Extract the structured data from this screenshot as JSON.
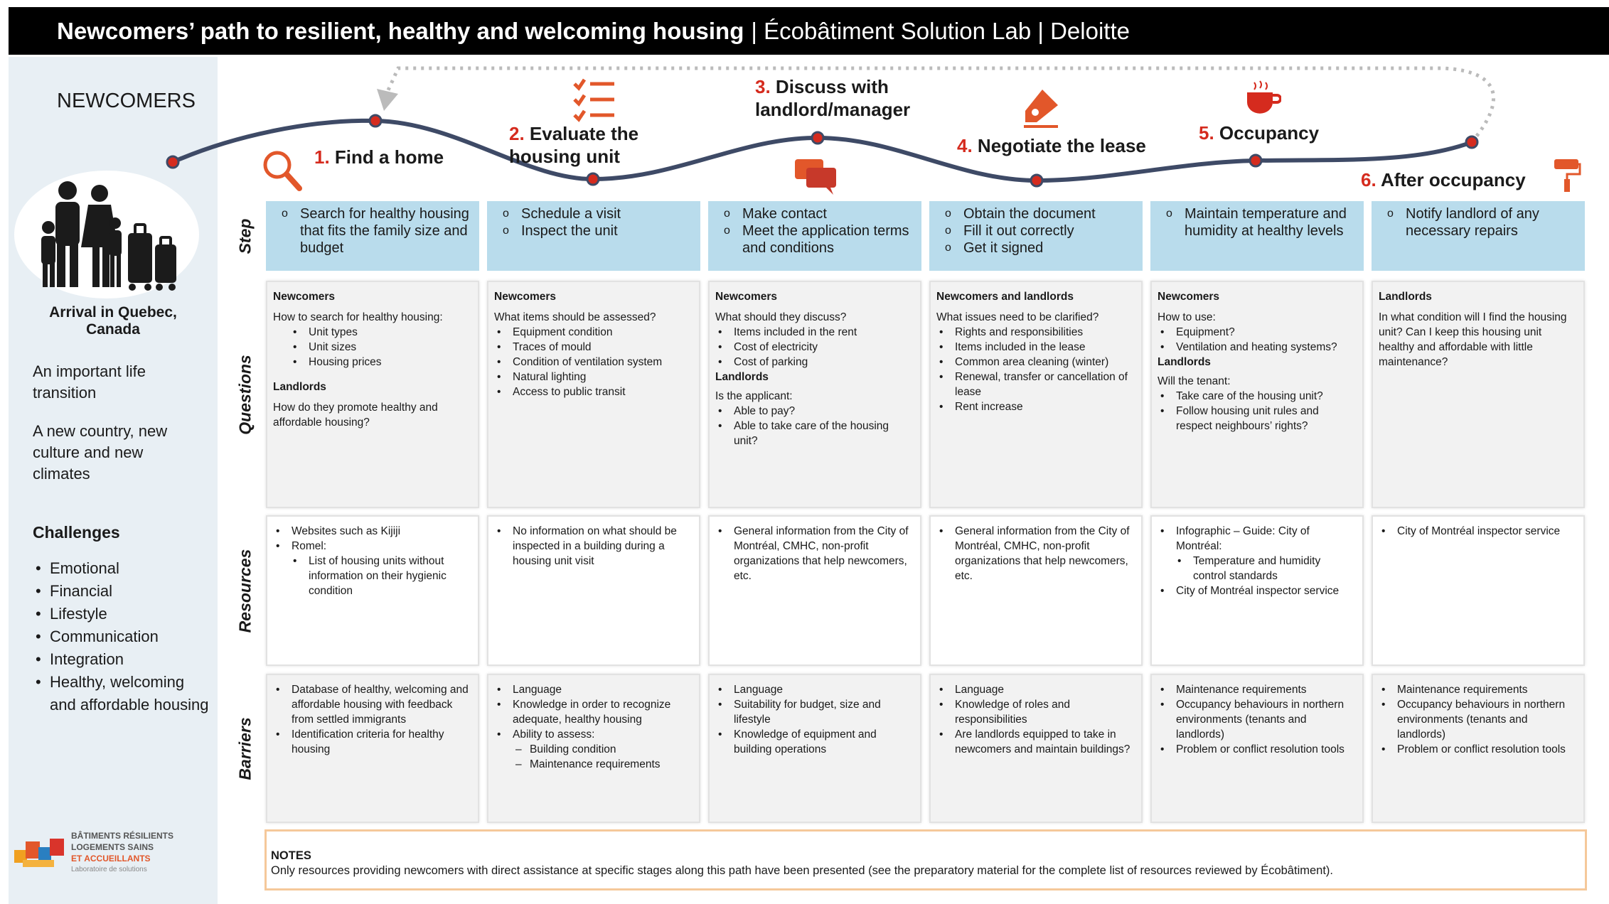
{
  "title": {
    "bold": "Newcomers’ path to resilient, healthy and welcoming housing",
    "rest": "| Écobâtiment Solution Lab | Deloitte"
  },
  "left_panel": {
    "heading": "NEWCOMERS",
    "arrival": "Arrival in Quebec, Canada",
    "life_transition": "An important life transition",
    "new_country": "A new country, new culture and new climates",
    "challenges_title": "Challenges",
    "challenges": [
      "Emotional",
      "Financial",
      "Lifestyle",
      "Communication",
      "Integration",
      "Healthy, welcoming and affordable housing"
    ]
  },
  "colors": {
    "accent": "#d52b1e",
    "step_fill": "#b9dcec",
    "path": "#3e4a66",
    "panel": "#e8eff4"
  },
  "path_steps": [
    {
      "num": "1.",
      "label": "Find a home",
      "icon": "magnifier-icon"
    },
    {
      "num": "2.",
      "label": "Evaluate the housing unit",
      "icon": "checklist-icon"
    },
    {
      "num": "3.",
      "label": "Discuss with landlord/manager",
      "icon": "chat-icon"
    },
    {
      "num": "4.",
      "label": "Negotiate the lease",
      "icon": "pen-icon"
    },
    {
      "num": "5.",
      "label": "Occupancy",
      "icon": "cup-icon"
    },
    {
      "num": "6.",
      "label": "After occupancy",
      "icon": "paint-roller-icon"
    }
  ],
  "row_labels": {
    "step": "Step",
    "questions": "Questions",
    "resources": "Resources",
    "barriers": "Barriers"
  },
  "steps": [
    {
      "items": [
        "Search for healthy housing that fits the family size and budget"
      ]
    },
    {
      "items": [
        "Schedule a visit",
        "Inspect the unit"
      ]
    },
    {
      "items": [
        "Make contact",
        "Meet the application terms and conditions"
      ]
    },
    {
      "items": [
        "Obtain the document",
        "Fill it out correctly",
        "Get it signed"
      ]
    },
    {
      "items": [
        "Maintain temperature and humidity at healthy levels"
      ]
    },
    {
      "items": [
        "Notify landlord of any necessary repairs"
      ]
    }
  ],
  "questions": [
    {
      "title": "Newcomers",
      "intro": "How to search for healthy housing:",
      "items": [
        "Unit types",
        "Unit sizes",
        "Housing prices"
      ],
      "title2": "Landlords",
      "intro2": "How do they promote healthy and affordable housing?"
    },
    {
      "title": "Newcomers",
      "intro": "What items should be assessed?",
      "items": [
        "Equipment condition",
        "Traces of mould",
        "Condition of ventilation system",
        "Natural lighting",
        "Access to public transit"
      ]
    },
    {
      "title": "Newcomers",
      "intro": "What should they discuss?",
      "items": [
        "Items included in the rent",
        "Cost of electricity",
        "Cost of parking"
      ],
      "title2": "Landlords",
      "intro2": "Is the applicant:",
      "items2": [
        "Able to pay?",
        "Able to take care of the housing unit?"
      ]
    },
    {
      "title": "Newcomers and landlords",
      "intro": "What issues need to be clarified?",
      "items": [
        "Rights and responsibilities",
        "Items included in the lease",
        "Common area cleaning (winter)",
        "Renewal, transfer or cancellation of lease",
        "Rent increase"
      ]
    },
    {
      "title": "Newcomers",
      "intro": "How to use:",
      "items": [
        "Equipment?",
        "Ventilation and heating systems?"
      ],
      "title2": "Landlords",
      "intro2": "Will the tenant:",
      "items2": [
        "Take care of the housing unit?",
        "Follow housing unit rules and respect neighbours’ rights?"
      ]
    },
    {
      "title": "Landlords",
      "intro": "In what condition will I find the housing unit? Can I keep this housing unit healthy and affordable with little maintenance?"
    }
  ],
  "resources": [
    {
      "items": [
        "Websites such as Kijiji",
        "Romel:"
      ],
      "sub": [
        "List of housing units without information on their hygienic condition"
      ]
    },
    {
      "items": [
        "No information on what should be inspected in a building during a housing unit visit"
      ]
    },
    {
      "items": [
        "General information from the City of Montréal, CMHC, non-profit organizations that help newcomers, etc."
      ]
    },
    {
      "items": [
        "General information from the City of Montréal, CMHC, non-profit organizations that help newcomers, etc."
      ]
    },
    {
      "items": [
        "Infographic – Guide: City of Montréal:"
      ],
      "sub": [
        "Temperature and humidity control standards"
      ],
      "items_after": [
        "City of Montréal inspector service"
      ]
    },
    {
      "items": [
        "City of Montréal inspector service"
      ]
    }
  ],
  "barriers": [
    {
      "items": [
        "Database of healthy, welcoming and affordable housing with feedback from settled immigrants",
        "Identification criteria for healthy housing"
      ]
    },
    {
      "items": [
        "Language",
        "Knowledge in order to recognize adequate, healthy housing",
        "Ability to assess:"
      ],
      "dash": [
        "Building condition",
        "Maintenance requirements"
      ]
    },
    {
      "items": [
        "Language",
        "Suitability for budget, size and lifestyle",
        "Knowledge of equipment and building operations"
      ]
    },
    {
      "items": [
        "Language",
        "Knowledge of roles and responsibilities",
        "Are landlords equipped to take in newcomers and maintain buildings?"
      ]
    },
    {
      "items": [
        "Maintenance requirements",
        "Occupancy behaviours in northern environments (tenants and landlords)",
        "Problem or conflict resolution tools"
      ]
    },
    {
      "items": [
        "Maintenance requirements",
        "Occupancy behaviours  in northern environments (tenants and landlords)",
        "Problem or conflict resolution tools"
      ]
    }
  ],
  "notes": {
    "title": "NOTES",
    "text": "Only resources providing newcomers with direct assistance at specific stages along this path have been presented (see the preparatory material for the complete list of resources reviewed by Écobâtiment)."
  },
  "logo": {
    "line1": "BÂTIMENTS RÉSILIENTS",
    "line2": "LOGEMENTS SAINS",
    "line3": "ET ACCUEILLANTS",
    "line4": "Laboratoire de solutions"
  }
}
